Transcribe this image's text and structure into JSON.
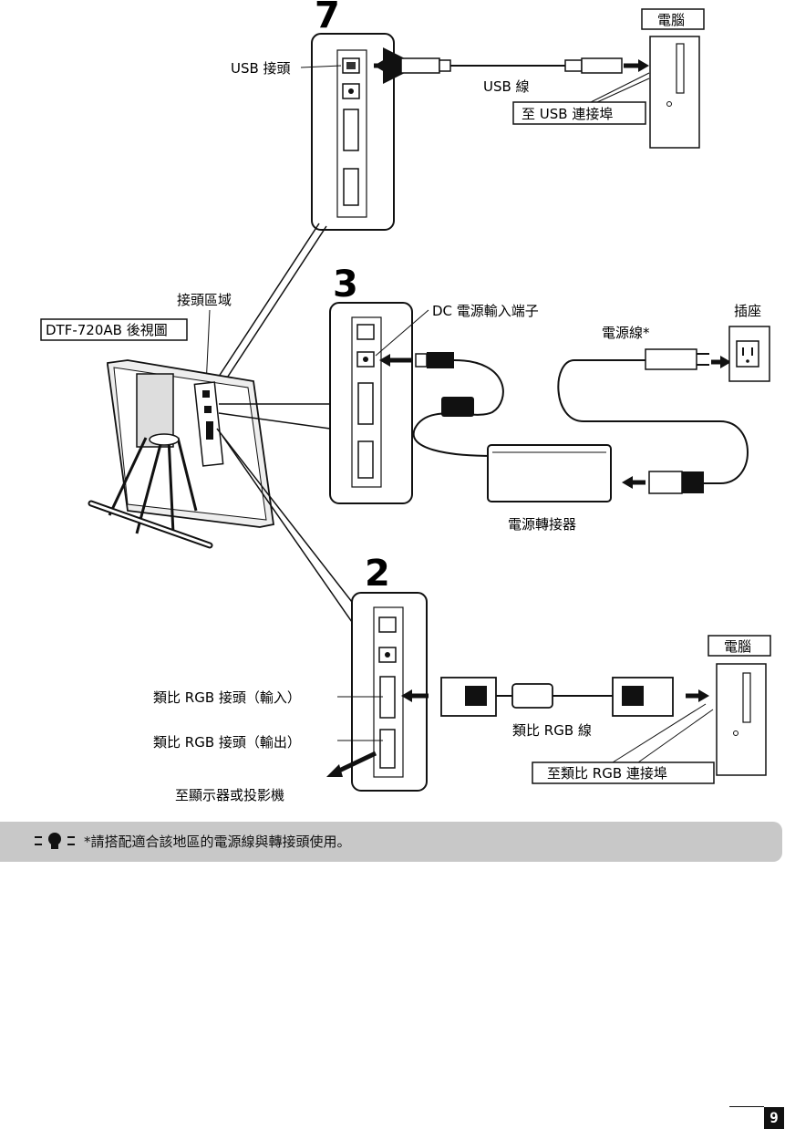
{
  "steps": [
    "7",
    "3",
    "2"
  ],
  "labels": {
    "usb_connector": "USB 接頭",
    "usb_cable": "USB 線",
    "to_usb_port": "至 USB 連接埠",
    "computer_top": "電腦",
    "connector_area": "接頭區域",
    "rear_view": "DTF-720AB 後視圖",
    "dc_input": "DC 電源輸入端子",
    "power_cord": "電源線*",
    "outlet": "插座",
    "adapter": "電源轉接器",
    "computer_bottom": "電腦",
    "rgb_in": "類比 RGB 接頭（輸入）",
    "rgb_out": "類比 RGB 接頭（輸出）",
    "rgb_cable": "類比 RGB 線",
    "to_rgb_port": "至類比 RGB 連接埠",
    "to_display": "至顯示器或投影機"
  },
  "note": {
    "icon": "tip-lightbulb-icon",
    "text": "*請搭配適合該地區的電源線與轉接頭使用。"
  },
  "page_number": "9"
}
